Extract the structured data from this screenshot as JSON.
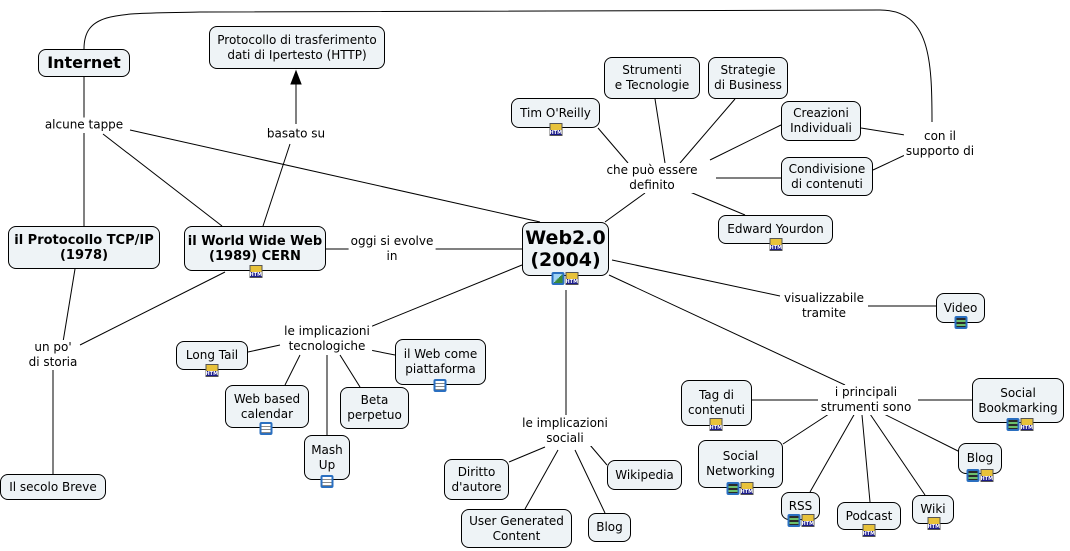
{
  "nodes": {
    "internet": "Internet",
    "http": "Protocollo di trasferimento\ndati di Ipertesto (HTTP)",
    "tim": "Tim O'Reilly",
    "strumenti": "Strumenti\ne Tecnologie",
    "strategie": "Strategie\ndi Business",
    "creazioni": "Creazioni\nIndividuali",
    "condivisione": "Condivisione\ndi contenuti",
    "edward": "Edward Yourdon",
    "tcp": "il Protocollo TCP/IP\n(1978)",
    "www": "il World Wide Web\n(1989) CERN",
    "web2": "Web2.0\n(2004)",
    "video": "Video",
    "longtail": "Long Tail",
    "webpiattaforma": "il Web come\npiattaforma",
    "calendar": "Web based\ncalendar",
    "beta": "Beta\nperpetuo",
    "mashup": "Mash\nUp",
    "tag": "Tag di\ncontenuti",
    "bookmarking": "Social\nBookmarking",
    "blog_right": "Blog",
    "networking": "Social\nNetworking",
    "rss": "RSS",
    "podcast": "Podcast",
    "wiki": "Wiki",
    "diritto": "Diritto\nd'autore",
    "wikipedia": "Wikipedia",
    "ugc": "User Generated\nContent",
    "blog_bottom": "Blog",
    "secolo": "Il secolo Breve"
  },
  "links": {
    "alcune_tappe": "alcune tappe",
    "basato_su": "basato su",
    "oggi": "oggi si evolve\nin",
    "definito": "che può essere\ndefinito",
    "supporto": "con il\nsupporto di",
    "storia": "un po'\ndi storia",
    "tecnologiche": "le implicazioni\ntecnologiche",
    "visualizzabile": "visualizzabile\ntramite",
    "strumenti_sono": "i principali\nstrumenti sono",
    "sociali": "le implicazioni\nsociali"
  },
  "icon_names": [
    "html-resource-icon",
    "image-resource-icon",
    "video-resource-icon",
    "document-resource-icon"
  ],
  "colors": {
    "node_fill": "#eef3f6",
    "node_border": "#000000",
    "line": "#000000"
  }
}
